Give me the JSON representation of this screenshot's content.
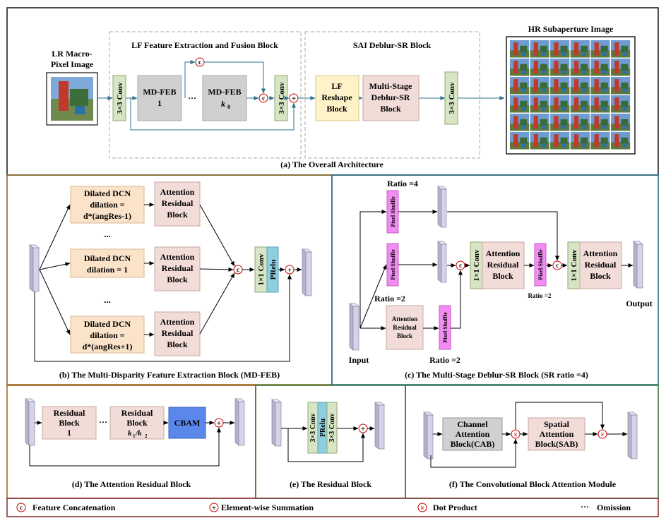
{
  "panel_a": {
    "caption": "(a) The Overall Architecture",
    "lr_title": [
      "LR Macro-",
      "Pixel Image"
    ],
    "conv3": "3×3 Conv",
    "mdfeb1": [
      "MD-FEB",
      "1"
    ],
    "mdfebk": [
      "MD-FEB",
      "k",
      "0"
    ],
    "group1_title": "LF Feature Extraction and Fusion Block",
    "group2_title": "SAI Deblur-SR Block",
    "reshape": [
      "LF",
      "Reshape",
      "Block"
    ],
    "msdsr": [
      "Multi-Stage",
      "Deblur-SR",
      "Block"
    ],
    "hr_title": "HR Subaperture Image"
  },
  "panel_b": {
    "caption": "(b) The Multi-Disparity Feature Extraction Block (MD-FEB)",
    "dcn_top": [
      "Dilated DCN",
      "dilation  =",
      "d*(angRes-1)"
    ],
    "dcn_mid": [
      "Dilated DCN",
      "dilation  = 1"
    ],
    "dcn_bot": [
      "Dilated DCN",
      "dilation  =",
      "d*(angRes+1)"
    ],
    "arb": [
      "Attention",
      "Residual",
      "Block"
    ],
    "dots": "...",
    "conv1": "1×1 Conv",
    "prelu": "PRelu"
  },
  "panel_c": {
    "caption": "(c) The Multi-Stage Deblur-SR Block   (SR ratio =4)",
    "ratio4": "Ratio =4",
    "ratio2a": "Ratio =2",
    "ratio2b": "Ratio =2",
    "ratio2c": "Ratio =2",
    "pixel_shuffle": "Pixel Shuffle",
    "input": "Input",
    "output": "Output",
    "conv1": "1×1 Conv",
    "arb": [
      "Attention",
      "Residual",
      "Block"
    ]
  },
  "panel_d": {
    "caption": "(d) The Attention Residual Block",
    "rb1": [
      "Residual",
      "Block",
      "1"
    ],
    "rbk": [
      "Residual",
      "Block",
      "k",
      "1",
      "/k",
      "2"
    ],
    "cbam": "CBAM"
  },
  "panel_e": {
    "caption": "(e) The Residual  Block",
    "conv3": "3×3 Conv",
    "prelu": "PRelu"
  },
  "panel_f": {
    "caption": "(f) The Convolutional Block Attention Module",
    "cab": [
      "Channel",
      "Attention",
      "Block(CAB)"
    ],
    "sab": [
      "Spatial",
      "Attention",
      "Block(SAB)"
    ]
  },
  "legend": {
    "concat": "Feature Concatenation",
    "sum": "Element-wise Summation",
    "dot": "Dot Product",
    "omit": "Omission",
    "sym_c": "c",
    "sym_sum": "+",
    "sym_dot": "×",
    "sym_omit": "···"
  },
  "colors": {
    "conv_green": "#d7e5c4",
    "gray_block": "#d0d0d0",
    "pink_block": "#f1dcd8",
    "peach_block": "#fbe3c9",
    "yellow_block": "#fdf2c8",
    "magenta": "#f28cf2",
    "blue": "#5b87ea",
    "teal": "#8dcfe0",
    "feature": "#d4d0e6"
  }
}
